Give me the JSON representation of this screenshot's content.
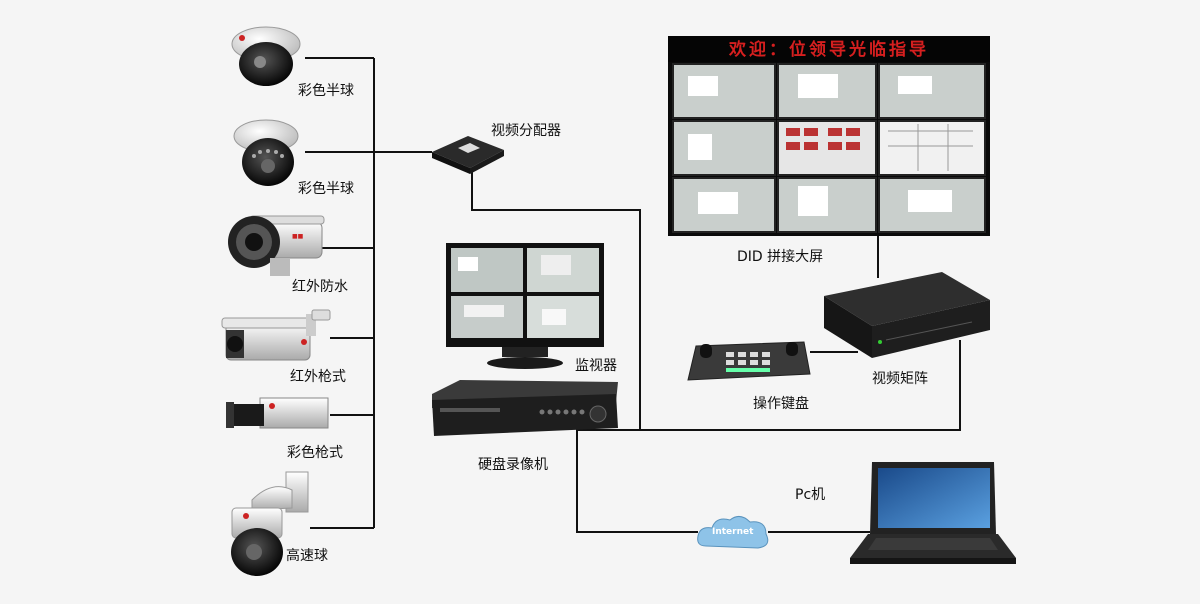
{
  "cameras": [
    {
      "label": "彩色半球",
      "icon": "dome-camera-icon"
    },
    {
      "label": "彩色半球",
      "icon": "dome-camera-icon"
    },
    {
      "label": "红外防水",
      "icon": "ir-waterproof-camera-icon"
    },
    {
      "label": "红外枪式",
      "icon": "ir-bullet-camera-icon"
    },
    {
      "label": "彩色枪式",
      "icon": "box-camera-icon"
    },
    {
      "label": "高速球",
      "icon": "speed-dome-camera-icon"
    }
  ],
  "devices": {
    "splitter": "视频分配器",
    "monitor": "监视器",
    "dvr": "硬盘录像机",
    "video_wall": "DID 拼接大屏",
    "video_wall_title": "欢迎：位领导光临指导",
    "matrix": "视频矩阵",
    "keyboard": "操作键盘",
    "pc": "Pc机",
    "internet": "Internet"
  },
  "colors": {
    "wire": "#111111",
    "wall_title": "#d61f1f",
    "internet_cloud": "#8ec3e8"
  }
}
